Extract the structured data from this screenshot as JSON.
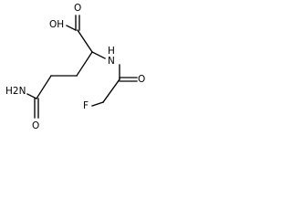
{
  "molecule": {
    "atoms": {
      "hydroxyl": "OH",
      "carboxyl_oxygen": "O",
      "amide_nitrogen": "N",
      "amide_hydrogen": "H",
      "fluoroacetyl_oxygen": "O",
      "fluorine": "F",
      "amino_group": "H2N",
      "amide_oxygen": "O"
    },
    "colors": {
      "bond": "#000000",
      "label": "#000000",
      "background": "#ffffff"
    }
  }
}
